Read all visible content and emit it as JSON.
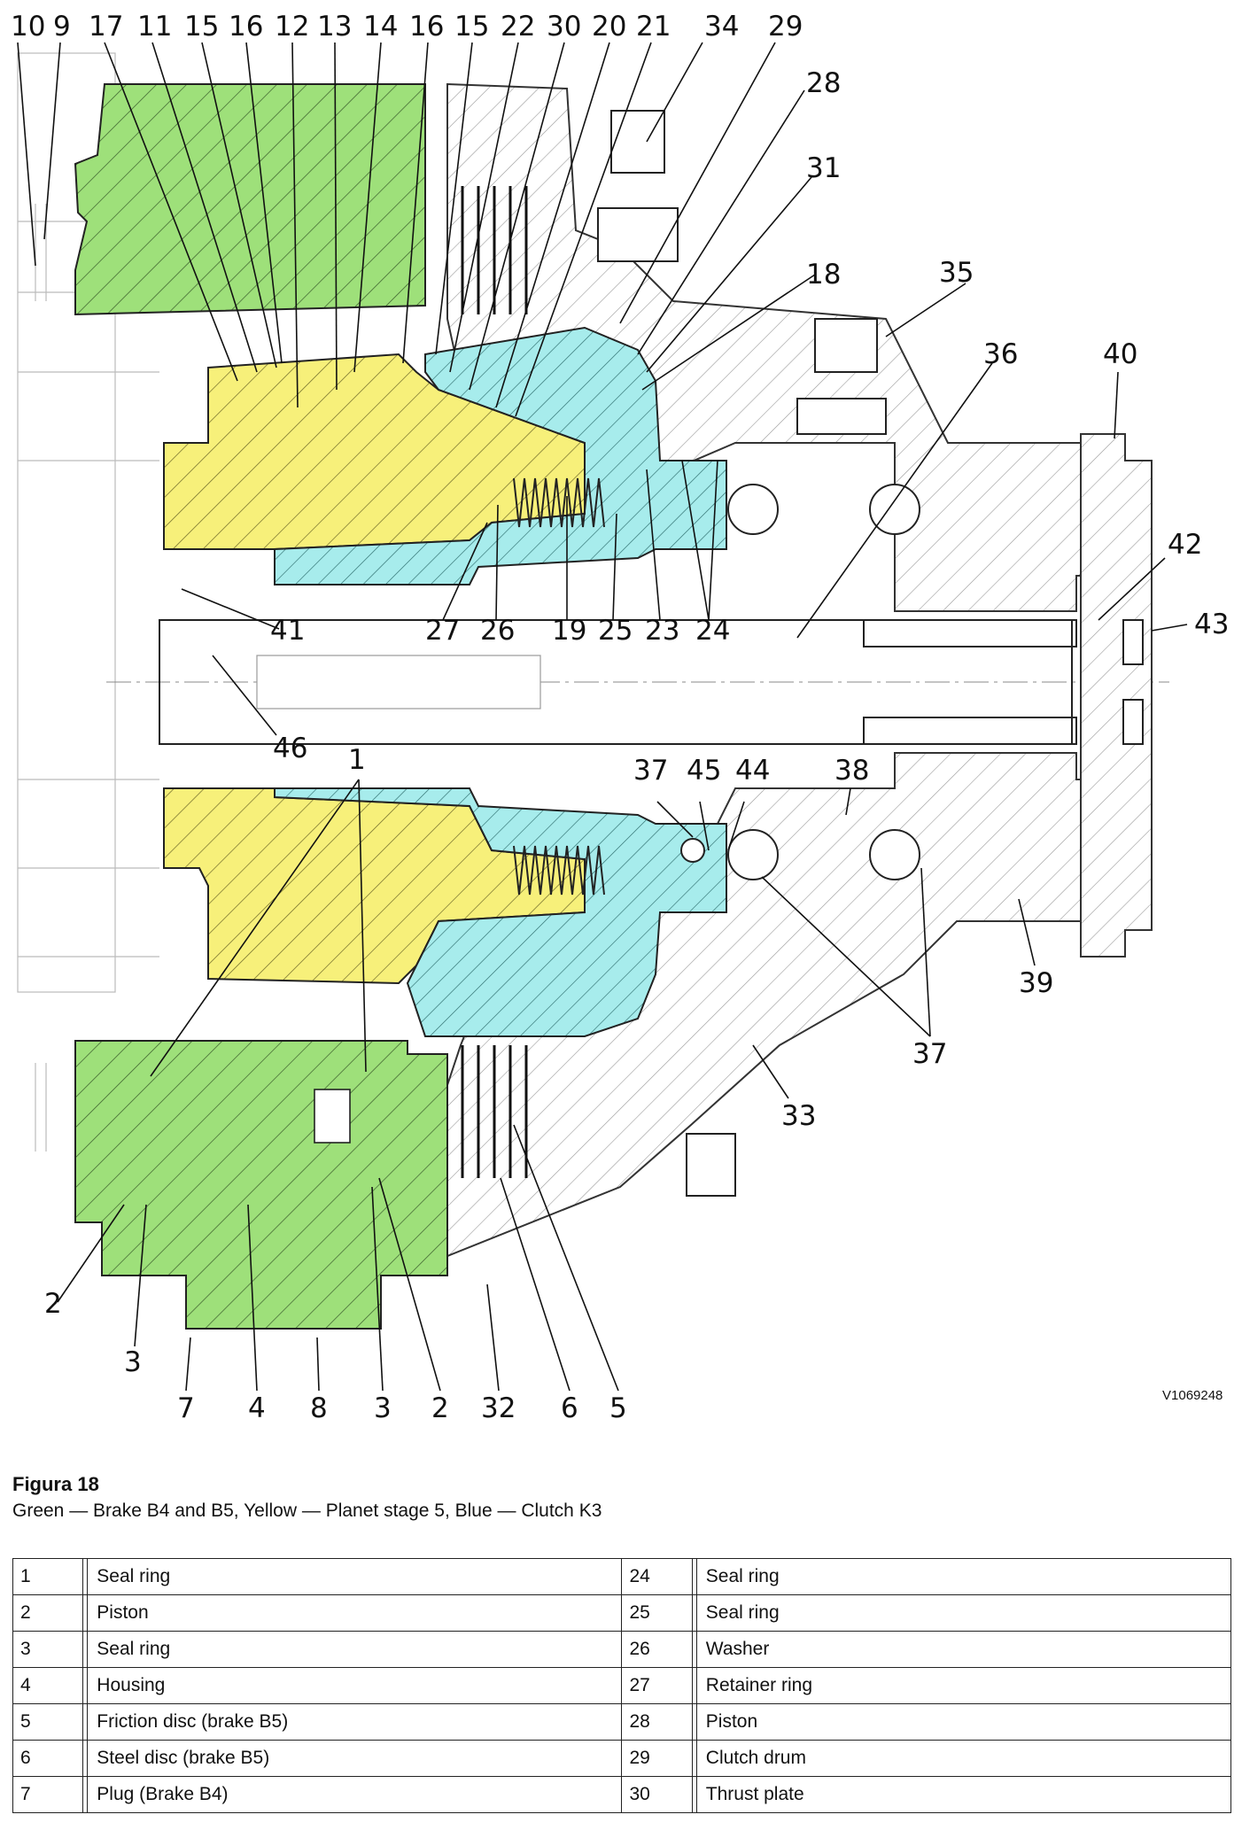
{
  "diagram": {
    "top_labels": [
      "10",
      "9",
      "17",
      "11",
      "15",
      "16",
      "12",
      "13",
      "14",
      "16",
      "15",
      "22",
      "30",
      "20",
      "21",
      "34",
      "29"
    ],
    "right_labels": [
      "28",
      "31",
      "18",
      "35",
      "36",
      "40",
      "42",
      "43"
    ],
    "mid_labels": [
      "41",
      "27",
      "26",
      "19",
      "25",
      "23",
      "24",
      "46",
      "1"
    ],
    "lower_labels": [
      "37",
      "45",
      "44",
      "38",
      "39",
      "37",
      "33"
    ],
    "bottom_labels": [
      "2",
      "3",
      "7",
      "4",
      "8",
      "3",
      "2",
      "32",
      "6",
      "5"
    ],
    "colors": {
      "brake": "#9ee07a",
      "planet": "#f7f07a",
      "clutch": "#a7ecec"
    },
    "reference_code": "V1069248"
  },
  "figure": {
    "title": "Figura 18",
    "caption": "Green — Brake B4 and B5, Yellow — Planet stage 5, Blue — Clutch K3"
  },
  "legend_rows": [
    {
      "left_num": "1",
      "left_label": "Seal ring",
      "right_num": "24",
      "right_label": "Seal ring"
    },
    {
      "left_num": "2",
      "left_label": "Piston",
      "right_num": "25",
      "right_label": "Seal ring"
    },
    {
      "left_num": "3",
      "left_label": "Seal ring",
      "right_num": "26",
      "right_label": "Washer"
    },
    {
      "left_num": "4",
      "left_label": "Housing",
      "right_num": "27",
      "right_label": "Retainer ring"
    },
    {
      "left_num": "5",
      "left_label": "Friction disc (brake B5)",
      "right_num": "28",
      "right_label": "Piston"
    },
    {
      "left_num": "6",
      "left_label": "Steel disc (brake B5)",
      "right_num": "29",
      "right_label": "Clutch drum"
    },
    {
      "left_num": "7",
      "left_label": "Plug (Brake B4)",
      "right_num": "30",
      "right_label": "Thrust plate"
    }
  ]
}
